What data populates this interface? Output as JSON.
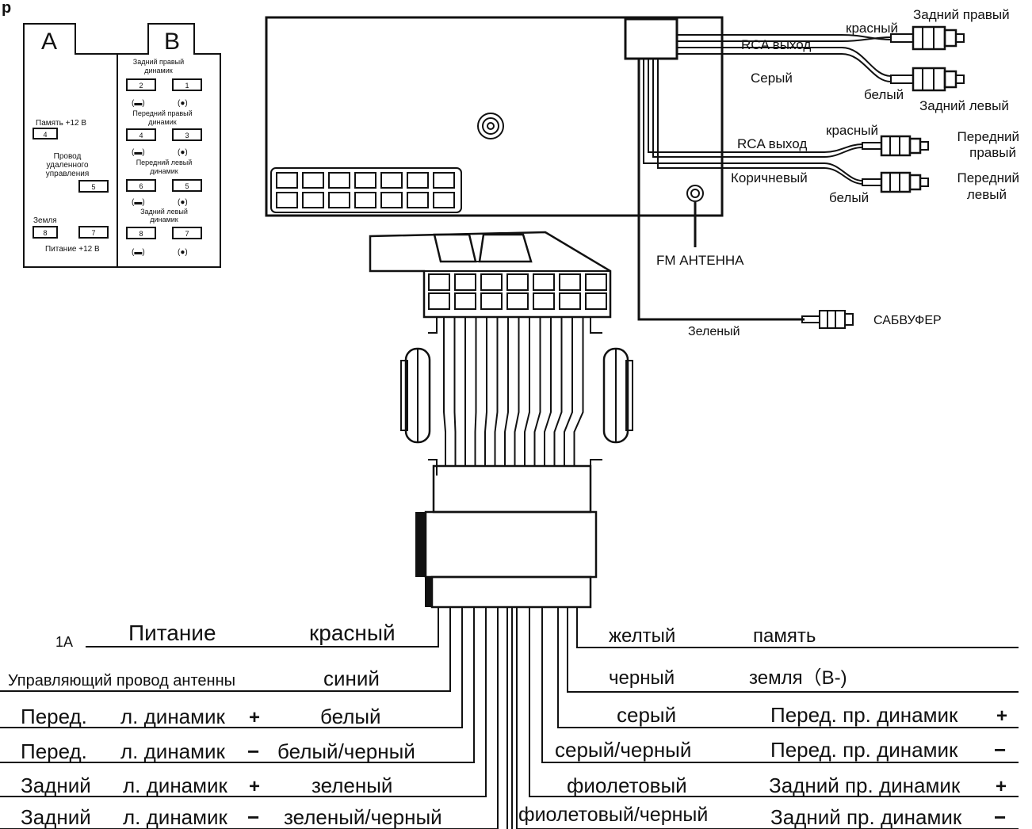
{
  "corner_mark": "р",
  "connector_a": {
    "letter": "A",
    "memory_label": "Память  +12 В",
    "pin_4": "4",
    "remote_label_1": "Провод",
    "remote_label_2": "удаленного",
    "remote_label_3": "управления",
    "pin_5": "5",
    "ground_label": "Земля",
    "pin_8": "8",
    "pin_7": "7",
    "power_label": "Питание +12 В"
  },
  "connector_b": {
    "letter": "B",
    "rr_label_1": "Задний правый",
    "rr_label_2": "динамик",
    "fr_label_1": "Передний правый",
    "fr_label_2": "динамик",
    "fl_label_1": "Передний левый",
    "fl_label_2": "динамик",
    "rl_label_1": "Задний левый",
    "rl_label_2": "динамик",
    "pin_1": "1",
    "pin_2": "2",
    "pin_3": "3",
    "pin_4": "4",
    "pin_5": "5",
    "pin_6": "6",
    "pin_7": "7",
    "pin_8": "8",
    "minus": "(▬)",
    "plus": "(●)"
  },
  "rca_rear": {
    "red": "красный",
    "title_right": "Задний правый",
    "output": "RCA выход",
    "wire": "Серый",
    "white": "белый",
    "title_left": "Задний левый"
  },
  "rca_front": {
    "red": "красный",
    "output": "RCA выход",
    "right_1": "Передний",
    "right_2": "правый",
    "wire": "Коричневый",
    "left_1": "Передний",
    "left_2": "левый",
    "white": "белый"
  },
  "antenna_label": "FM АНТЕННА",
  "subwoofer": {
    "wire": "Зеленый",
    "label": "САБВУФЕР"
  },
  "left_wires": [
    {
      "fuse": "1A",
      "function": "Питание",
      "color": "красный"
    },
    {
      "function": "Управляющий провод антенны",
      "color": "синий"
    },
    {
      "function_a": "Перед.",
      "function_b": "л. динамик",
      "sign": "+",
      "color": "белый"
    },
    {
      "function_a": "Перед.",
      "function_b": "л. динамик",
      "sign": "−",
      "color": "белый/черный"
    },
    {
      "function_a": "Задний",
      "function_b": "л. динамик",
      "sign": "+",
      "color": "зеленый"
    },
    {
      "function_a": "Задний",
      "function_b": "л. динамик",
      "sign": "−",
      "color": "зеленый/черный"
    }
  ],
  "right_wires": [
    {
      "color": "желтый",
      "function": "память"
    },
    {
      "color": "черный",
      "function": "земля（B-)"
    },
    {
      "color": "серый",
      "function": "Перед. пр. динамик",
      "sign": "+"
    },
    {
      "color": "серый/черный",
      "function": "Перед. пр. динамик",
      "sign": "−"
    },
    {
      "color": "фиолетовый",
      "function": "Задний пр. динамик",
      "sign": "+"
    },
    {
      "color": "фиолетовый/черный",
      "function": "Задний  пр. динамик",
      "sign": "−"
    }
  ]
}
